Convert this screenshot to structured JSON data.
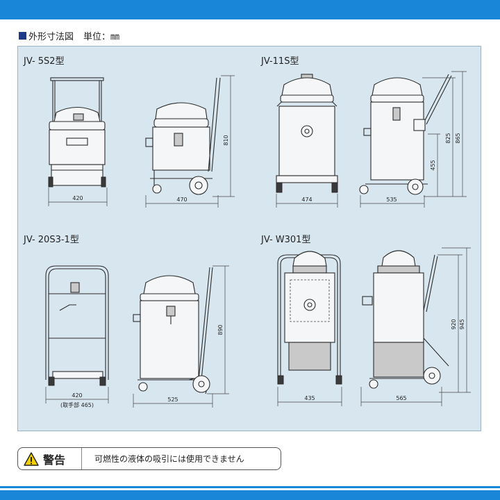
{
  "heading": {
    "title": "外形寸法図",
    "unit": "単位：㎜"
  },
  "models": [
    {
      "name": "JV- 5S2型",
      "dims": [
        "420",
        "470",
        "810"
      ]
    },
    {
      "name": "JV-11S型",
      "dims": [
        "474",
        "535",
        "455",
        "825",
        "865"
      ]
    },
    {
      "name": "JV- 20S3-1型",
      "dims": [
        "420",
        "(取手部 465)",
        "525",
        "890"
      ]
    },
    {
      "name": "JV- W301型",
      "dims": [
        "435",
        "565",
        "920",
        "945"
      ]
    }
  ],
  "warning": {
    "label": "警告",
    "text": "可燃性の液体の吸引には使用できません"
  },
  "colors": {
    "accent": "#1a86d8",
    "panel": "#d8e6f0",
    "heading_square": "#1f3a8a"
  },
  "icons": {
    "warning": "warning-triangle-icon"
  }
}
